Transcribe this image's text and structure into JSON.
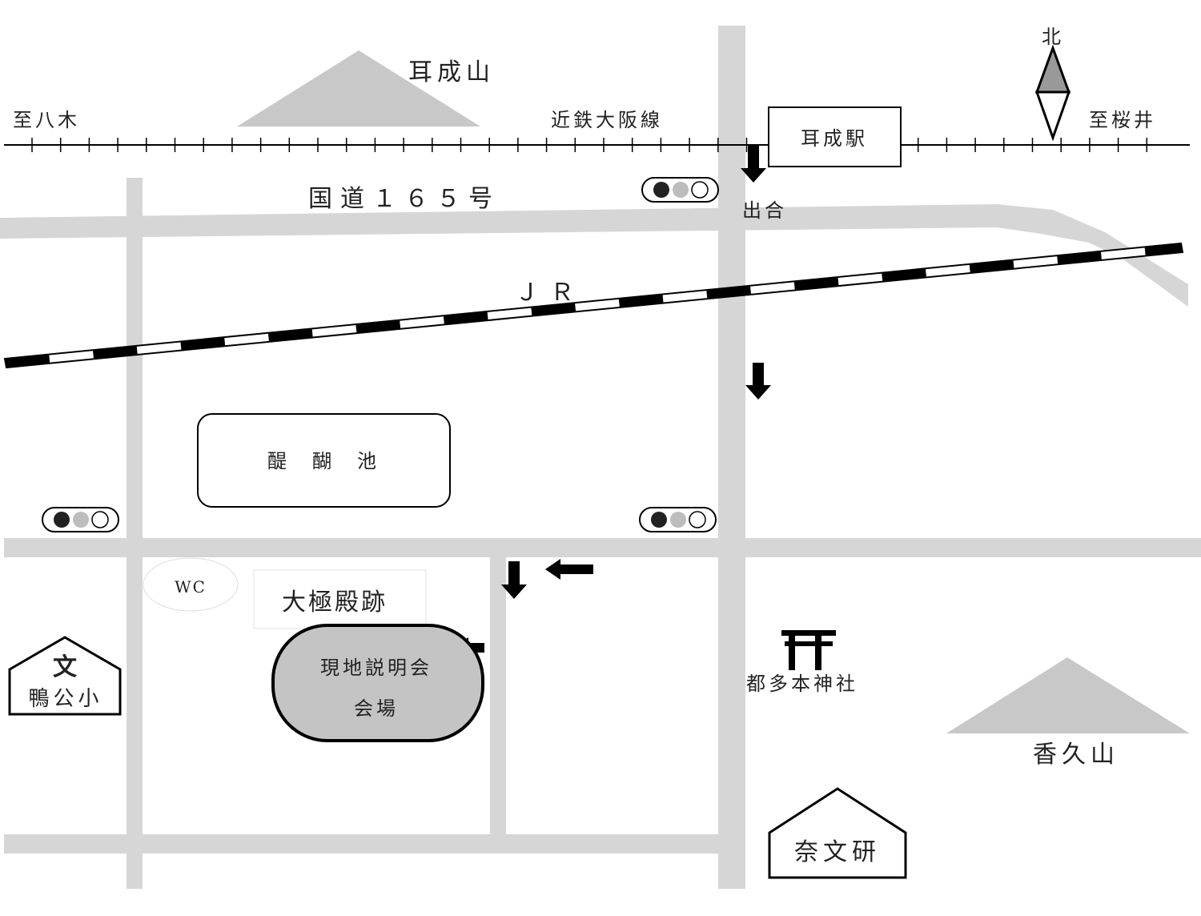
{
  "map": {
    "north_label": "北",
    "mountains": {
      "miminashi": "耳成山",
      "kagu": "香久山"
    },
    "railways": {
      "kintetsu_line": "近鉄大阪線",
      "to_yagi": "至八木",
      "to_sakurai": "至桜井",
      "station": "耳成駅",
      "jr": "ＪＲ"
    },
    "roads": {
      "route_165": "国道１６５号"
    },
    "places": {
      "deai": "出合",
      "daigo_pond": "醍　醐　池",
      "daigokuden": "大極殿跡",
      "wc": "WC",
      "venue_line1": "現地説明会",
      "venue_line2": "会場",
      "tomo_shrine": "都多本神社",
      "school_symbol": "文",
      "school_name": "鴨公小",
      "nabunken": "奈文研"
    },
    "colors": {
      "road": "#d6d6d6",
      "mountain": "#c8c8c8",
      "venue_fill": "#c4c4c4",
      "line": "#000000",
      "signal_red": "#222222",
      "signal_yellow": "#bdbdbd",
      "signal_green": "#ffffff"
    },
    "icons": [
      "north-arrow-icon",
      "torii-icon",
      "traffic-signal-icon",
      "direction-arrow-icon",
      "school-icon"
    ]
  }
}
